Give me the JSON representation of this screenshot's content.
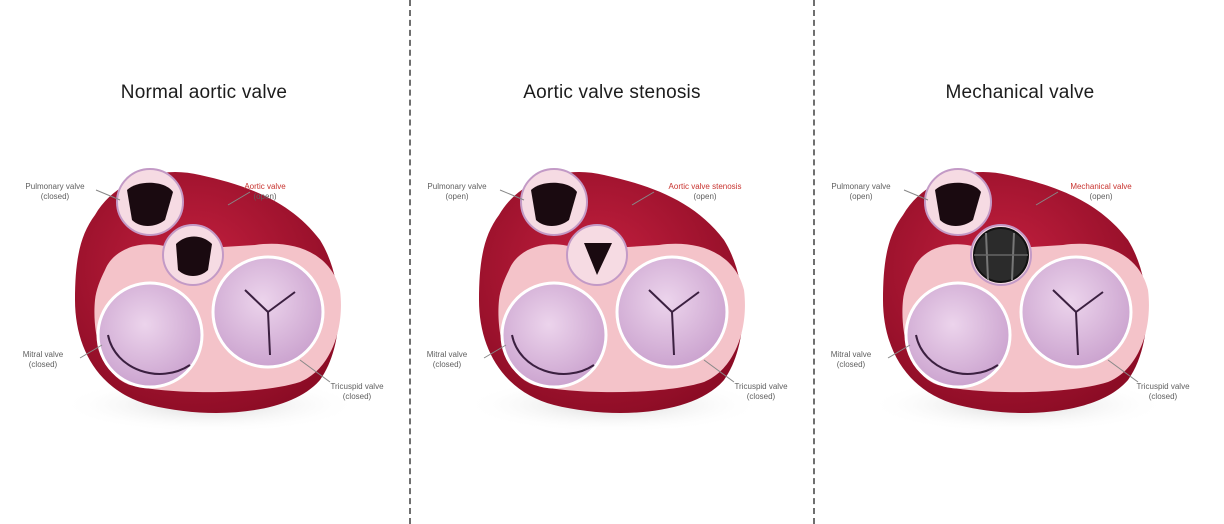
{
  "panels": [
    {
      "title": "Normal aortic valve",
      "labels": {
        "pulmonary": [
          "Pulmonary valve",
          "(closed)"
        ],
        "aortic": [
          "Aortic valve",
          "(open)"
        ],
        "mitral": [
          "Mitral valve",
          "(closed)"
        ],
        "tricuspid": [
          "Tricuspid valve",
          "(closed)"
        ]
      }
    },
    {
      "title": "Aortic valve stenosis",
      "labels": {
        "pulmonary": [
          "Pulmonary valve",
          "(open)"
        ],
        "aortic": [
          "Aortic valve stenosis",
          "(open)"
        ],
        "mitral": [
          "Mitral valve",
          "(closed)"
        ],
        "tricuspid": [
          "Tricuspid valve",
          "(closed)"
        ]
      }
    },
    {
      "title": "Mechanical valve",
      "labels": {
        "pulmonary": [
          "Pulmonary valve",
          "(open)"
        ],
        "aortic": [
          "Mechanical valve",
          "(open)"
        ],
        "mitral": [
          "Mitral valve",
          "(closed)"
        ],
        "tricuspid": [
          "Tricuspid valve",
          "(closed)"
        ]
      }
    }
  ],
  "colors": {
    "myocardium": "#a0102c",
    "inner_tissue": "#f4c3c9",
    "valve_leaflet": "#d9b6dc",
    "aortic_label": "#c8332f",
    "orifice": "#1a0a10",
    "mechanical_ring": "#2b2b2b"
  }
}
